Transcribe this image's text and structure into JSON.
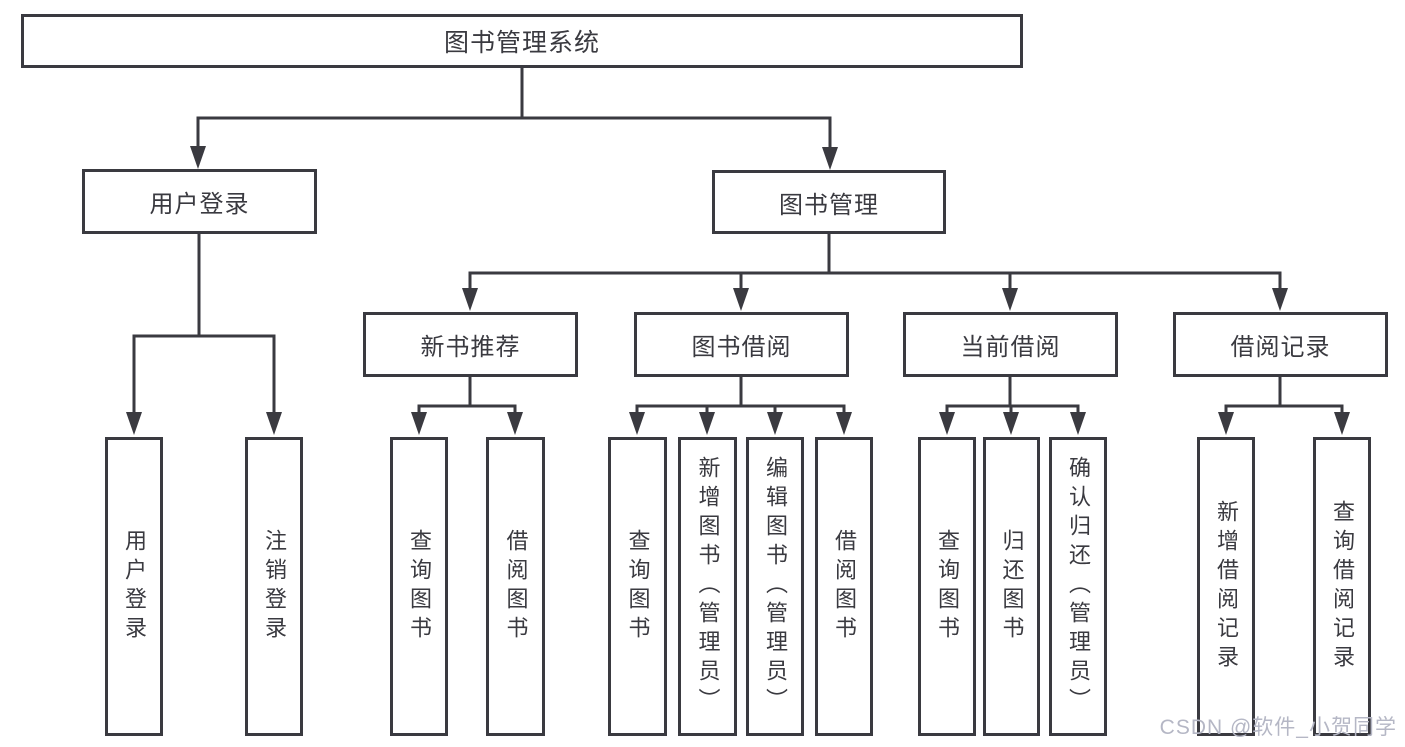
{
  "colors": {
    "line": "#3a3a40",
    "box_border": "#3a3a40",
    "box_background": "#ffffff",
    "text": "#3a3a40",
    "watermark_text": "#b5b7c5",
    "page_background": "#ffffff"
  },
  "tree": {
    "label": "图书管理系统",
    "children": [
      {
        "label": "用户登录",
        "children": [
          {
            "label": "用户登录"
          },
          {
            "label": "注销登录"
          }
        ]
      },
      {
        "label": "图书管理",
        "children": [
          {
            "label": "新书推荐",
            "children": [
              {
                "label": "查询图书"
              },
              {
                "label": "借阅图书"
              }
            ]
          },
          {
            "label": "图书借阅",
            "children": [
              {
                "label": "查询图书"
              },
              {
                "label": "新增图书（管理员）"
              },
              {
                "label": "编辑图书（管理员）"
              },
              {
                "label": "借阅图书"
              }
            ]
          },
          {
            "label": "当前借阅",
            "children": [
              {
                "label": "查询图书"
              },
              {
                "label": "归还图书"
              },
              {
                "label": "确认归还（管理员）"
              }
            ]
          },
          {
            "label": "借阅记录",
            "children": [
              {
                "label": "新增借阅记录"
              },
              {
                "label": "查询借阅记录"
              }
            ]
          }
        ]
      }
    ]
  },
  "watermark": "CSDN @软件_小贺同学"
}
